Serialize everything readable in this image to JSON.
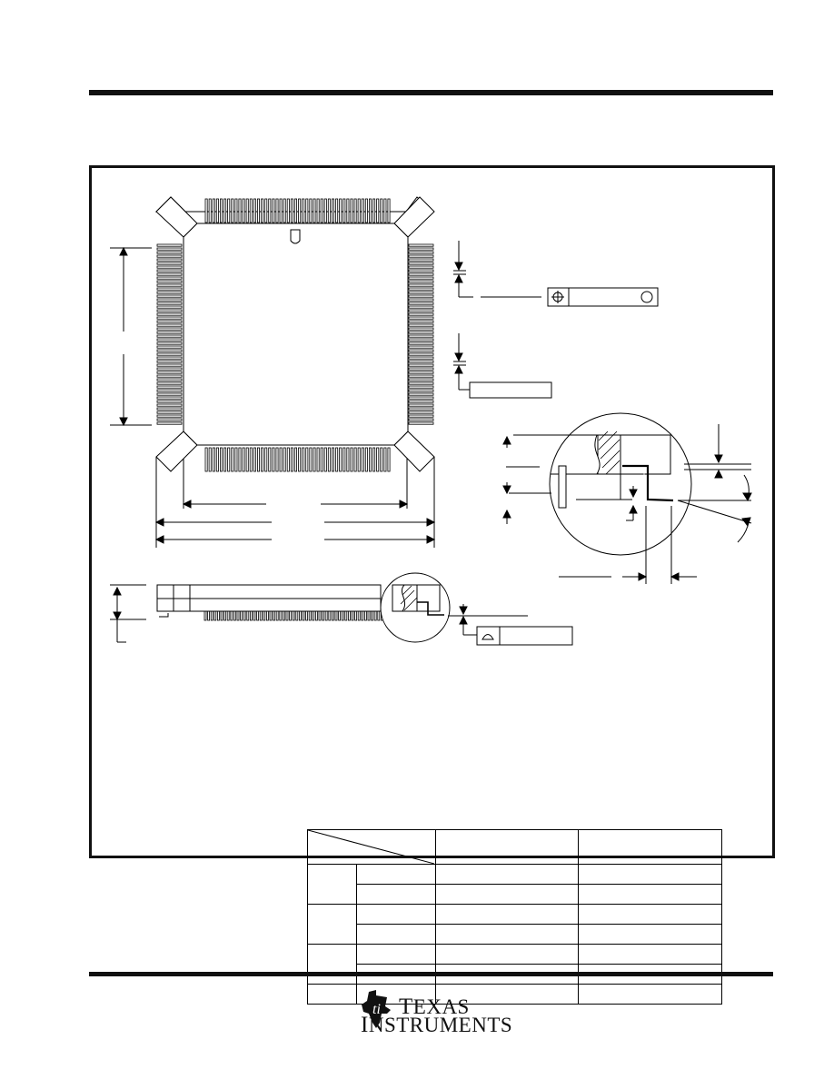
{
  "brand": {
    "line1_initial": "T",
    "line1_rest": "EXAS",
    "line2_initial": "I",
    "line2_rest": "NSTRUMENTS"
  },
  "icons": {
    "logo": "ti-state-logo-icon",
    "position_symbol": "position-tolerance-icon",
    "mmc_symbol": "circle-modifier-icon",
    "flatness_symbol": "coplanarity-icon"
  },
  "colors": {
    "ink": "#111111",
    "paper": "#ffffff"
  },
  "dimension_table": {
    "header": [
      "",
      "",
      ""
    ],
    "rows": [
      [
        "",
        "",
        "",
        ""
      ],
      [
        "",
        "",
        "",
        ""
      ],
      [
        "",
        "",
        "",
        ""
      ],
      [
        "",
        "",
        "",
        ""
      ],
      [
        "",
        "",
        "",
        ""
      ],
      [
        "",
        "",
        "",
        ""
      ],
      [
        "",
        "",
        "",
        ""
      ]
    ]
  }
}
